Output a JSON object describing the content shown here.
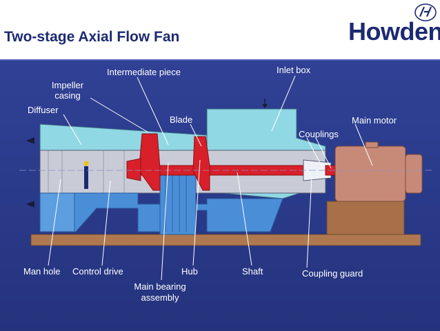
{
  "slide": {
    "title": "Two-stage Axial Flow Fan",
    "logo": "Howden"
  },
  "labels": {
    "intermediate_piece": "Intermediate piece",
    "inlet_box": "Inlet box",
    "impeller_casing_1": "Impeller",
    "impeller_casing_2": "casing",
    "diffuser": "Diffuser",
    "blade": "Blade",
    "main_motor": "Main motor",
    "couplings": "Couplings",
    "man_hole": "Man hole",
    "control_drive": "Control drive",
    "hub": "Hub",
    "shaft": "Shaft",
    "coupling_guard": "Coupling guard",
    "main_bearing_1": "Main bearing",
    "main_bearing_2": "assembly"
  },
  "colors": {
    "background": "#2b3a8c",
    "title": "#1c2a72",
    "casing": "#8fd8e4",
    "rotor": "#d8202a",
    "motor": "#c88a78",
    "base": "#b07850"
  }
}
